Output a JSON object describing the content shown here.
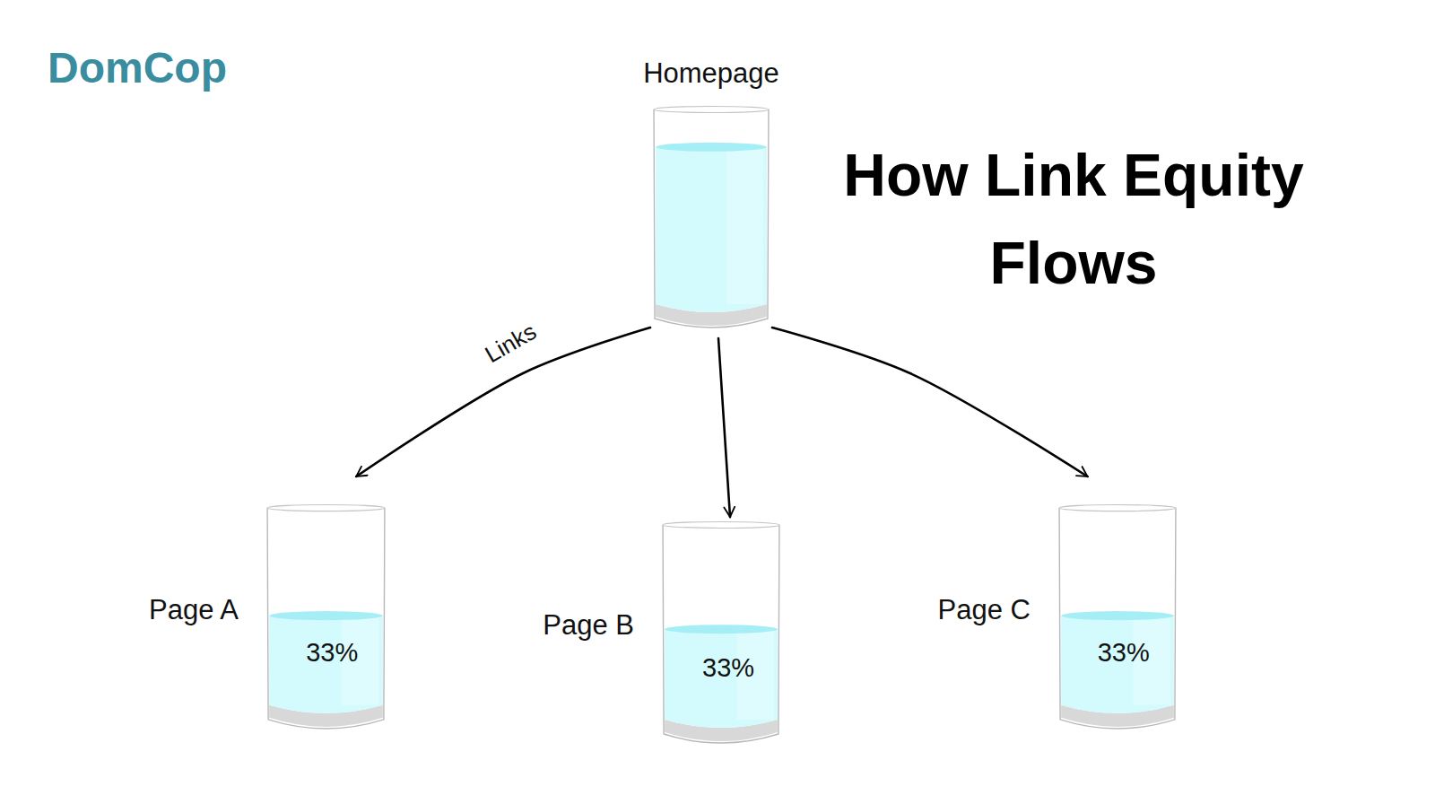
{
  "diagram": {
    "title": "How Link Equity Flows",
    "nodes": [
      {
        "text": [
          "Homepage"
        ]
      },
      {
        "text": [
          "Page A",
          "33%"
        ]
      },
      {
        "text": [
          "Page B",
          "33%"
        ]
      },
      {
        "text": [
          "Page C",
          "33%"
        ]
      }
    ],
    "edges": [
      {
        "from": 0,
        "to": 1,
        "arrow": "to",
        "label": "Links"
      },
      {
        "from": 0,
        "to": 2,
        "arrow": "to"
      },
      {
        "from": 0,
        "to": 3,
        "arrow": "to"
      }
    ],
    "labels": [
      "DomCop"
    ]
  }
}
